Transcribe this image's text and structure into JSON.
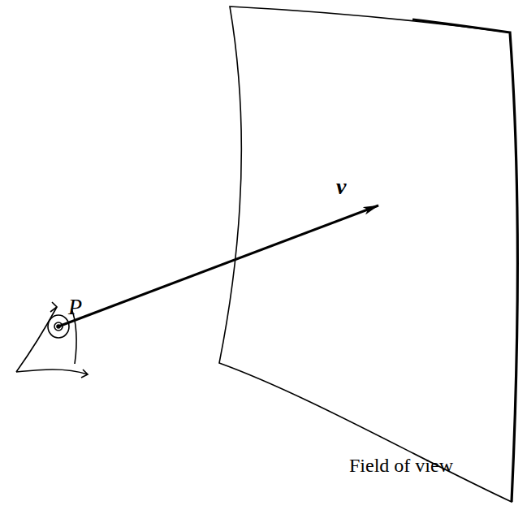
{
  "diagram": {
    "nodes": [
      {
        "text": [
          "Field of view"
        ]
      }
    ],
    "labels": [
      "P",
      "v"
    ]
  }
}
